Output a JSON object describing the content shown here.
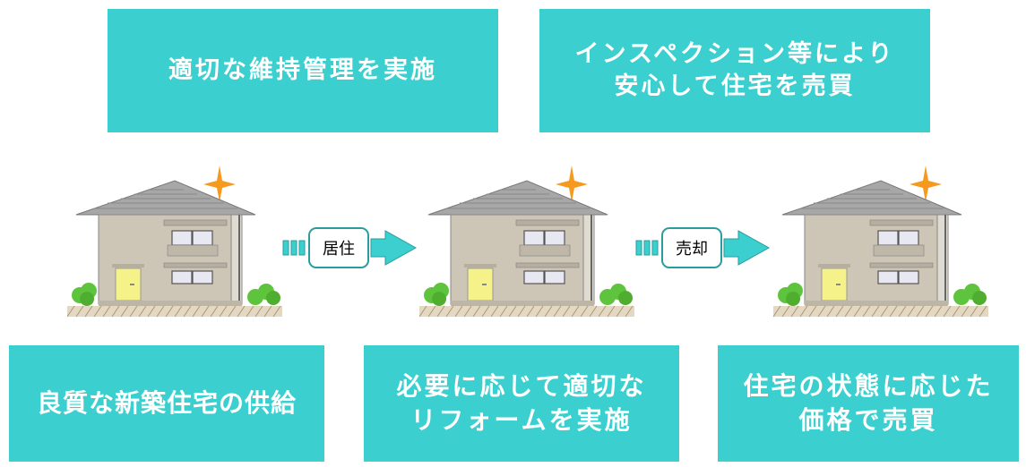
{
  "top_boxes": [
    {
      "text": "適切な維持管理を実施"
    },
    {
      "text": "インスペクション等により\n安心して住宅を売買"
    }
  ],
  "bottom_boxes": [
    {
      "text": "良質な新築住宅の供給"
    },
    {
      "text": "必要に応じて適切な\nリフォームを実施"
    },
    {
      "text": "住宅の状態に応じた\n価格で売買"
    }
  ],
  "arrows": [
    {
      "label": "居住"
    },
    {
      "label": "売却"
    }
  ],
  "colors": {
    "box": "#3ccfcf",
    "box_text": "#ffffff",
    "arrow": "#3ccfcf",
    "wall": "#cdc5b6",
    "roof": "#9a9a9a",
    "door": "#f5f28a",
    "sparkle": "#f59a1f",
    "bush": "#5fc43d"
  }
}
